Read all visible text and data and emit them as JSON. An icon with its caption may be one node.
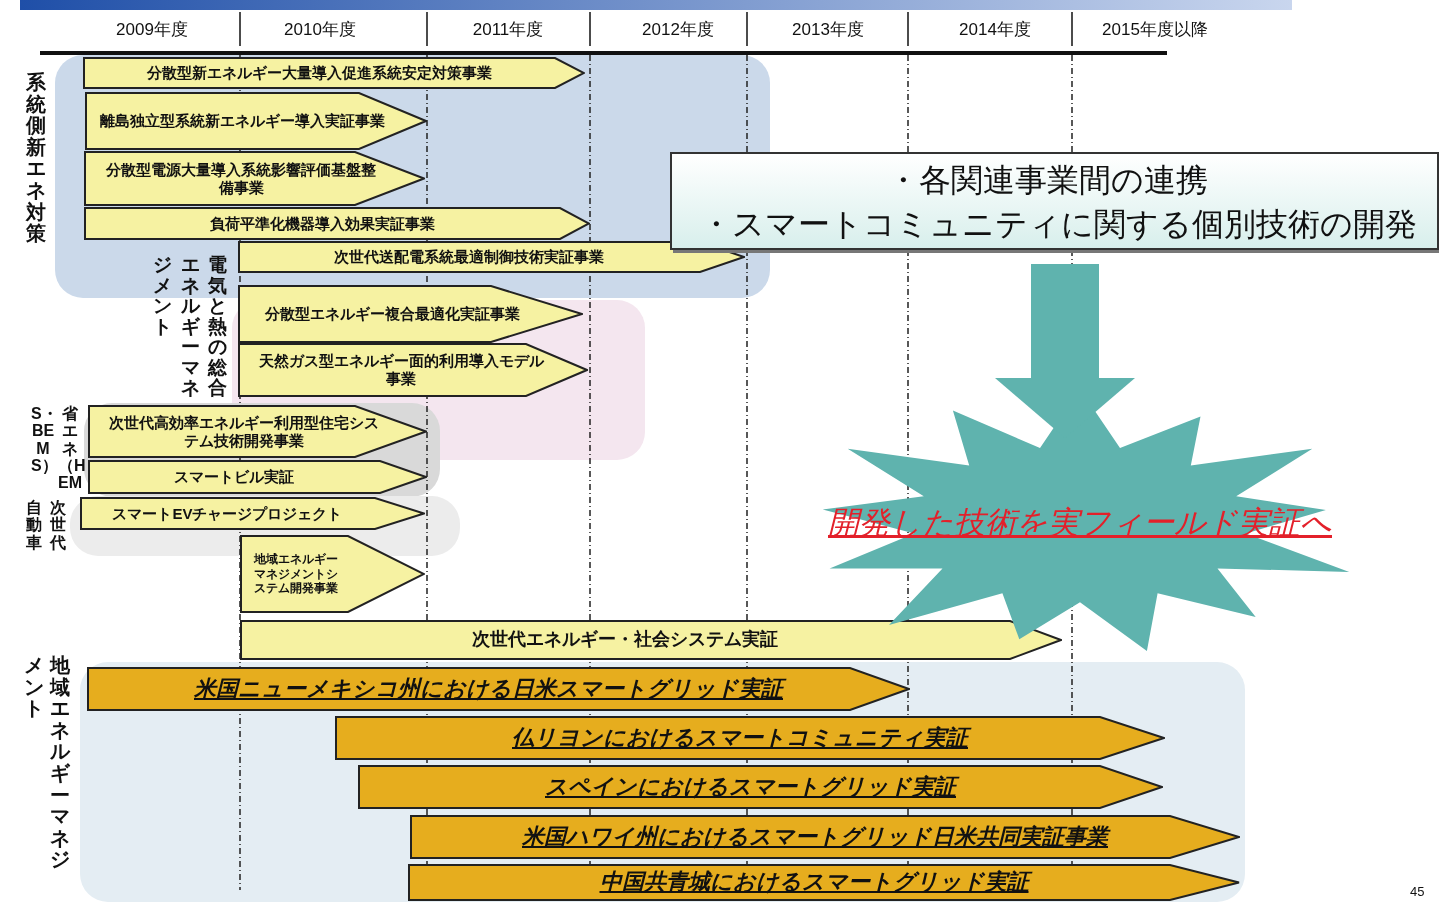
{
  "diagram": {
    "nodes": [
      {
        "text": [
          "系統側新エネ対策"
        ]
      },
      {
        "text": [
          "分散型新エネルギー大量導入促進系統安定対策事業"
        ],
        "in": 0
      },
      {
        "text": [
          "離島独立型系統新エネルギー導入実証事業"
        ],
        "in": 0
      },
      {
        "text": [
          "分散型電源大量導入系統影響評価基盤整備事業"
        ],
        "in": 0
      },
      {
        "text": [
          "負荷平準化機器導入効果実証事業"
        ],
        "in": 0
      },
      {
        "text": [
          "次世代送配電系統最適制御技術実証事業"
        ],
        "in": 0
      },
      {
        "text": [
          "電気と熱の総合エネルギーマネジメント"
        ]
      },
      {
        "text": [
          "分散型エネルギー複合最適化実証事業"
        ],
        "in": 6
      },
      {
        "text": [
          "天然ガス型エネルギー面的利用導入モデル事業"
        ],
        "in": 6
      },
      {
        "text": [
          "省エネ（HEMS・BEMS）"
        ]
      },
      {
        "text": [
          "次世代高効率エネルギー利用型住宅システム技術開発事業"
        ],
        "in": 9
      },
      {
        "text": [
          "スマートビル実証"
        ],
        "in": 9
      },
      {
        "text": [
          "次世代自動車"
        ]
      },
      {
        "text": [
          "スマートEVチャージプロジェクト"
        ],
        "in": 12
      },
      {
        "text": [
          "地域エネルギーマネジメントシステム開発事業"
        ]
      },
      {
        "text": [
          "次世代エネルギー・社会システム実証"
        ]
      },
      {
        "text": [
          "地域エネルギーマネジメント"
        ]
      },
      {
        "text": [
          "米国ニューメキシコ州における日米スマートグリッド実証"
        ],
        "in": 16
      },
      {
        "text": [
          "仏リヨンにおけるスマートコミュニティ実証"
        ],
        "in": 16
      },
      {
        "text": [
          "スペインにおけるスマートグリッド実証"
        ],
        "in": 16
      },
      {
        "text": [
          "米国ハワイ州におけるスマートグリッド日米共同実証事業"
        ],
        "in": 16
      },
      {
        "text": [
          "中国共青城におけるスマートグリッド実証"
        ],
        "in": 16
      },
      {
        "text": [
          "・各関連事業間の連携",
          "・スマートコミュニティに関する個別技術の開発"
        ]
      },
      {
        "text": [
          "開発した技術を実フィールド実証へ"
        ]
      }
    ],
    "edges": [
      {
        "from": 22,
        "to": 23,
        "arrow": "to"
      }
    ],
    "labels": [
      "2009年度",
      "2010年度",
      "2011年度",
      "2012年度",
      "2013年度",
      "2014年度",
      "2015年度以降",
      "45"
    ]
  }
}
